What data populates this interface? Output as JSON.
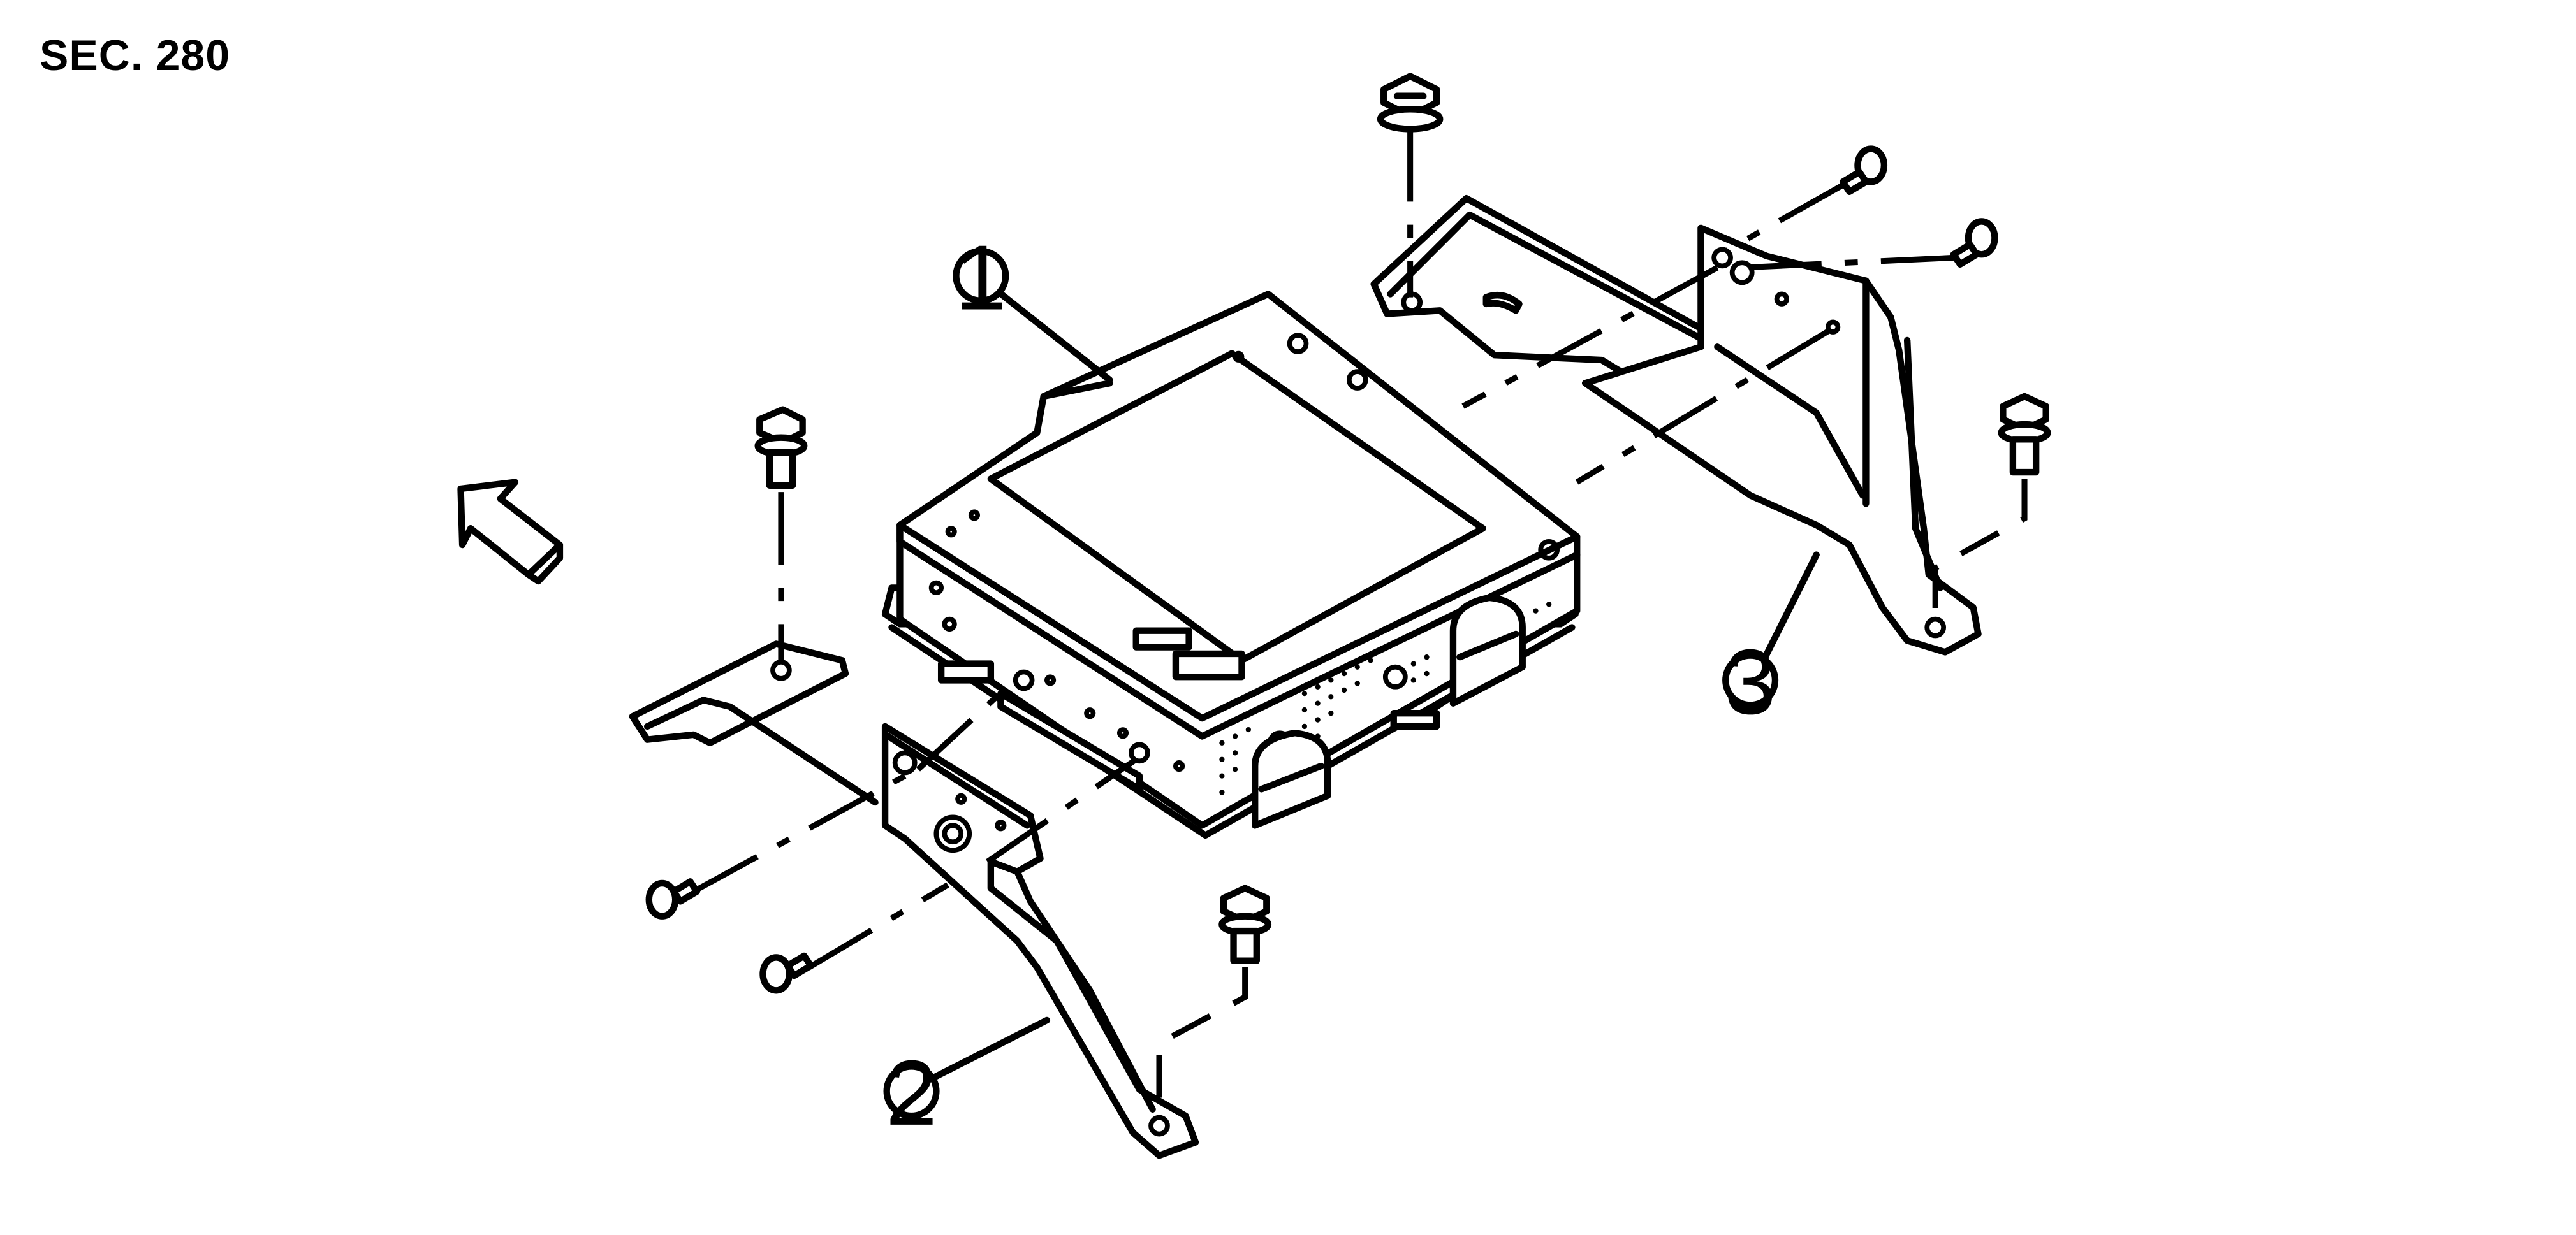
{
  "section_label": "SEC. 280",
  "callouts": [
    {
      "number": "1"
    },
    {
      "number": "2"
    },
    {
      "number": "3"
    }
  ]
}
